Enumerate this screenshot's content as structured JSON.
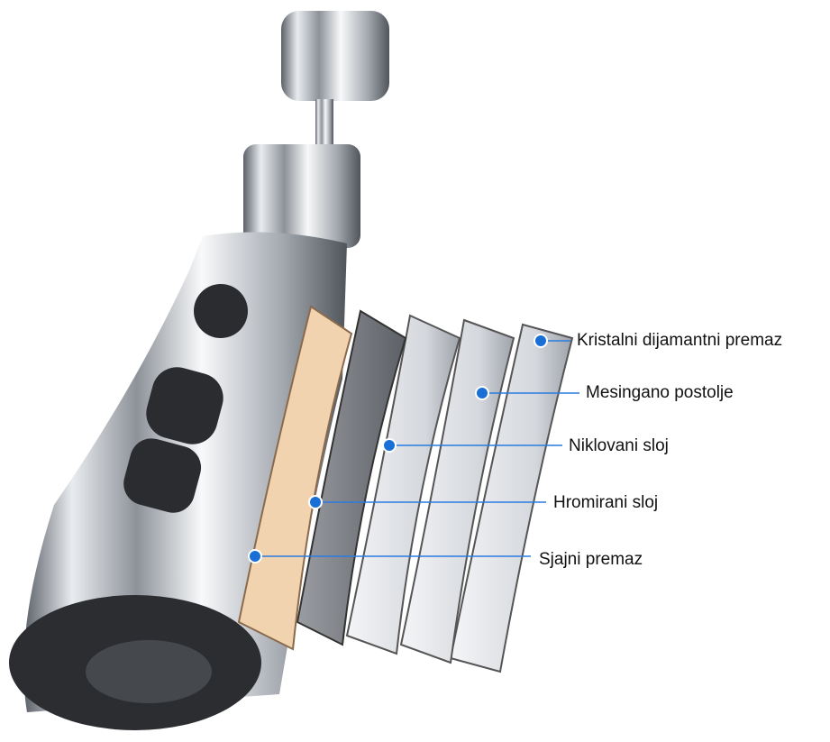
{
  "layers": [
    {
      "label": "Kristalni dijamantni premaz"
    },
    {
      "label": "Mesingano postolje"
    },
    {
      "label": "Niklovani sloj"
    },
    {
      "label": "Hromirani sloj"
    },
    {
      "label": "Sjajni premaz"
    }
  ],
  "colors": {
    "dot": "#1a6fd6",
    "line": "#2a7be0",
    "brass": "#f1d3b0",
    "chrome": "#c9cdd3"
  }
}
